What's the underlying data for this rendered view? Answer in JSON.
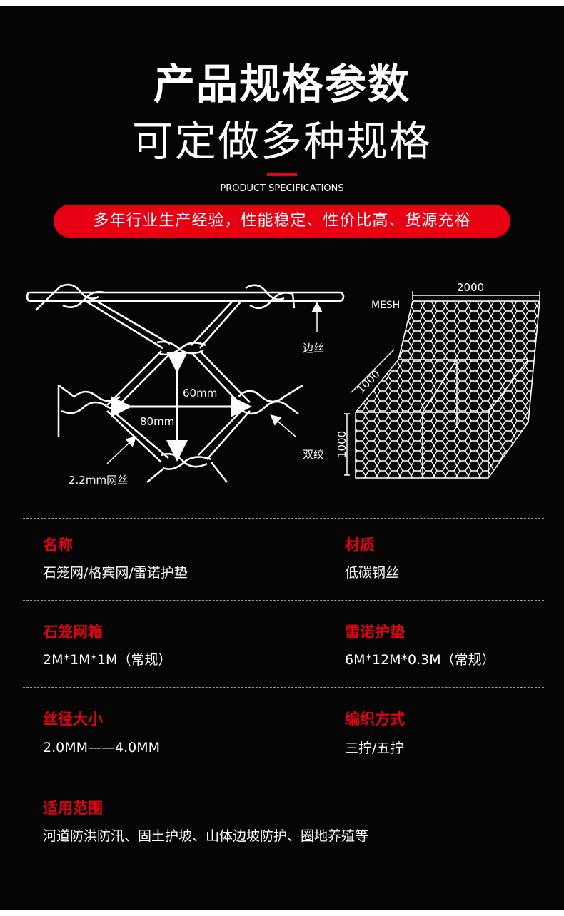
{
  "header": {
    "title": "产品规格参数",
    "subtitle": "可定做多种规格",
    "english": "PRODUCT SPECIFICATIONS",
    "slogan": "多年行业生产经验，性能稳定、性价比高、货源充裕"
  },
  "diagram": {
    "left": {
      "edge_wire": "边丝",
      "height": "60mm",
      "width": "80mm",
      "twist": "双绞",
      "mesh_wire": "2.2mm网丝"
    },
    "right": {
      "mesh": "MESH",
      "length": "2000",
      "width": "1000",
      "height": "1000"
    }
  },
  "specs": [
    {
      "label": "名称",
      "value": "石笼网/格宾网/雷诺护垫"
    },
    {
      "label": "材质",
      "value": "低碳钢丝"
    },
    {
      "label": "石笼网箱",
      "value": "2M*1M*1M（常规）"
    },
    {
      "label": "雷诺护垫",
      "value": "6M*12M*0.3M（常规）"
    },
    {
      "label": "丝径大小",
      "value": "2.0MM——4.0MM"
    },
    {
      "label": "编织方式",
      "value": "三拧/五拧"
    },
    {
      "label": "适用范围",
      "value": "河道防洪防汛、固土护坡、山体边坡防护、圈地养殖等"
    }
  ],
  "colors": {
    "background": "#050505",
    "accent": "#e60012",
    "text": "#ffffff"
  }
}
